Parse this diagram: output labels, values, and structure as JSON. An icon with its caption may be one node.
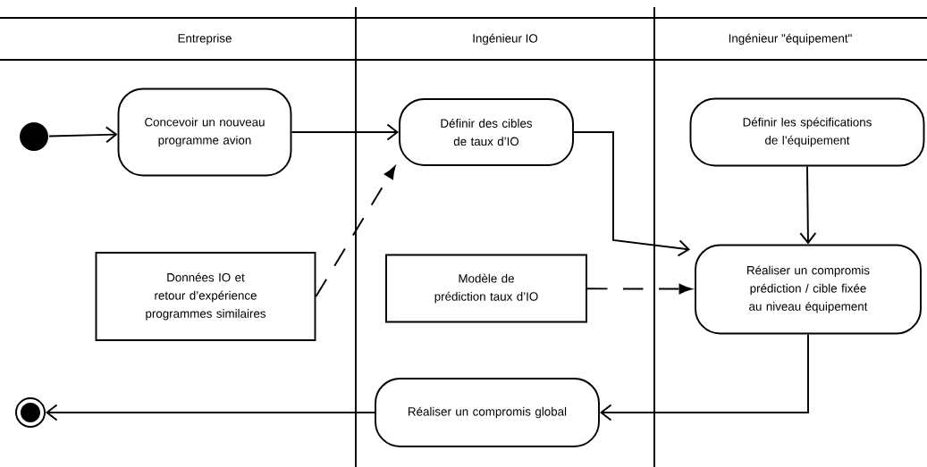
{
  "diagram": {
    "nodes": [
      {
        "text": [],
        "shape": "circle"
      },
      {
        "text": [
          "Concevoir un nouveau programme avion"
        ]
      },
      {
        "text": [
          "Définir des cibles de taux d’IO"
        ]
      },
      {
        "text": [
          "Définir les spécifications de l’équipement"
        ]
      },
      {
        "text": [
          "Données IO et retour d’expérience programmes similaires"
        ]
      },
      {
        "text": [
          "Modèle de prédiction taux d’IO"
        ]
      },
      {
        "text": [
          "Réaliser un compromis prédiction / cible fixée au niveau équipement"
        ]
      },
      {
        "text": [
          "Réaliser un compromis global"
        ]
      },
      {
        "text": [],
        "shape": "bullseye"
      }
    ],
    "edges": [
      {
        "from": 0,
        "to": 1,
        "arrow": "to"
      },
      {
        "from": 1,
        "to": 2,
        "arrow": "to"
      },
      {
        "from": 4,
        "to": 2,
        "arrow": "to",
        "style": "dashed"
      },
      {
        "from": 2,
        "to": 6,
        "arrow": "to"
      },
      {
        "from": 3,
        "to": 6,
        "arrow": "to"
      },
      {
        "from": 5,
        "to": 6,
        "arrow": "to",
        "style": "dashed"
      },
      {
        "from": 6,
        "to": 7,
        "arrow": "to"
      },
      {
        "from": 7,
        "to": 8,
        "arrow": "to"
      }
    ],
    "labels": [
      "Entreprise",
      "Ingénieur IO",
      "Ingénieur \"équipement\""
    ]
  }
}
